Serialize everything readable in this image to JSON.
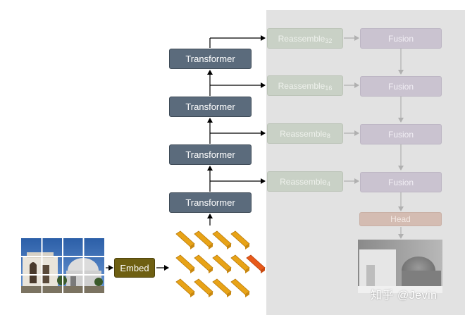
{
  "diagram": {
    "transformer_label": "Transformer",
    "reassemble_labels": [
      {
        "main": "Reassemble",
        "sub": "32"
      },
      {
        "main": "Reassemble",
        "sub": "16"
      },
      {
        "main": "Reassemble",
        "sub": "8"
      },
      {
        "main": "Reassemble",
        "sub": "4"
      }
    ],
    "fusion_label": "Fusion",
    "head_label": "Head",
    "embed_label": "Embed",
    "watermark": "知乎 @Jevin"
  },
  "colors": {
    "transformer_fill": "#5b6b7c",
    "reassemble_fill": "#c9d1c6",
    "fusion_fill": "#cac3d0",
    "head_fill": "#d4bcb2",
    "embed_fill": "#6e5f12",
    "token_fill": "#e8a317",
    "token_highlight": "#e85a1a",
    "panel_grey": "#e2e2e2"
  }
}
